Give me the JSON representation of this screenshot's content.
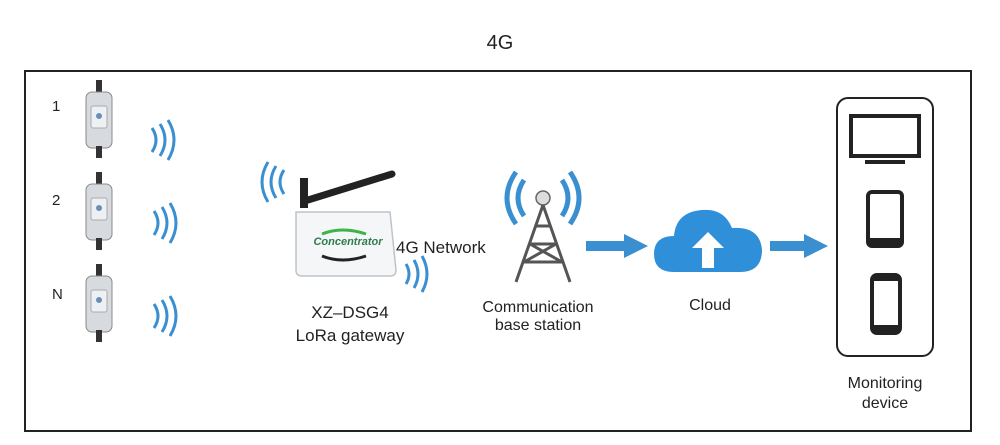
{
  "title": "4G",
  "sensors": {
    "labels": [
      "1",
      "2",
      "N"
    ]
  },
  "gateway": {
    "brand_text": "Concentrator",
    "model": "XZ–DSG4",
    "caption": "LoRa gateway"
  },
  "network_label": "4G Network",
  "base_station": {
    "caption_line1": "Communication",
    "caption_line2": "base station"
  },
  "cloud": {
    "caption": "Cloud"
  },
  "monitoring": {
    "caption_line1": "Monitoring",
    "caption_line2": "device"
  },
  "colors": {
    "wave": "#3a8fd1",
    "arrow": "#3a8fd1",
    "cloud": "#2f8fd8",
    "tower": "#555555",
    "device": "#222222"
  }
}
